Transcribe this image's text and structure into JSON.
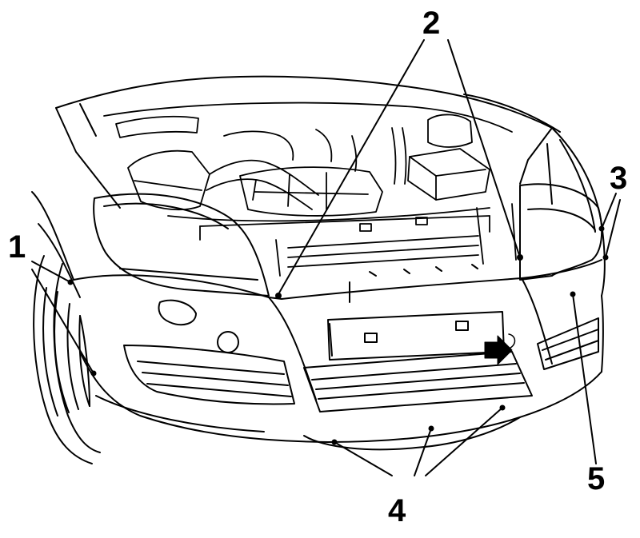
{
  "figure": {
    "subject": "car-front-bumper-with-hood-open",
    "callouts": [
      {
        "id": "callout-1",
        "label": "1"
      },
      {
        "id": "callout-2",
        "label": "2"
      },
      {
        "id": "callout-3",
        "label": "3"
      },
      {
        "id": "callout-4",
        "label": "4"
      },
      {
        "id": "callout-5",
        "label": "5"
      }
    ],
    "colors": {
      "ink": "#000000",
      "paper": "#ffffff"
    }
  }
}
